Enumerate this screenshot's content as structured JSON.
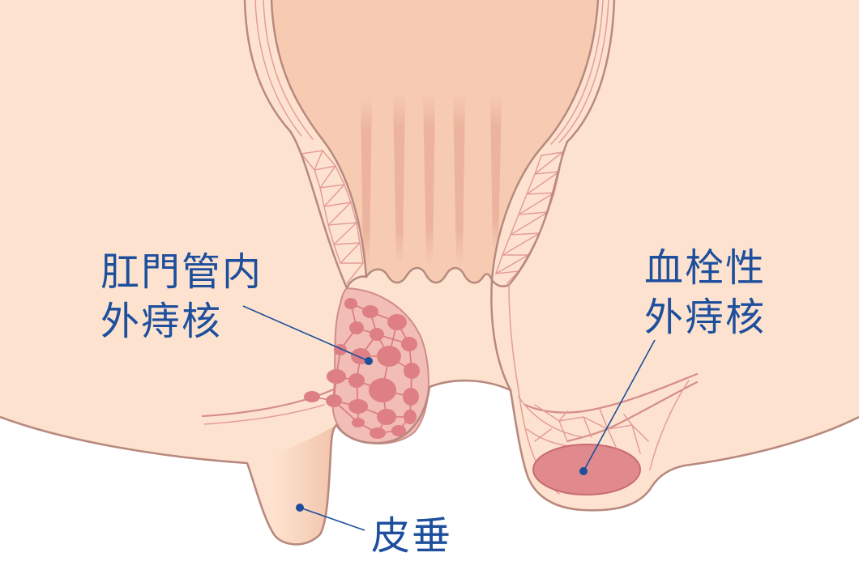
{
  "labels": {
    "internal_canal_external_hemorrhoid": {
      "line1": "肛門管内",
      "line2": "外痔核"
    },
    "thrombosed_external_hemorrhoid": {
      "line1": "血栓性",
      "line2": "外痔核"
    },
    "skin_tag": "皮垂"
  },
  "colors": {
    "label": "#1d4f9c",
    "skin": "#fde3cf",
    "canal_lumen": "#f7cbb2",
    "outline": "#b8897e",
    "vessel": "#e49c9a",
    "hemorrhoid_body": "#f2bcb7",
    "hemorrhoid_node": "#de7f83",
    "thrombus": "#e08a8e"
  }
}
